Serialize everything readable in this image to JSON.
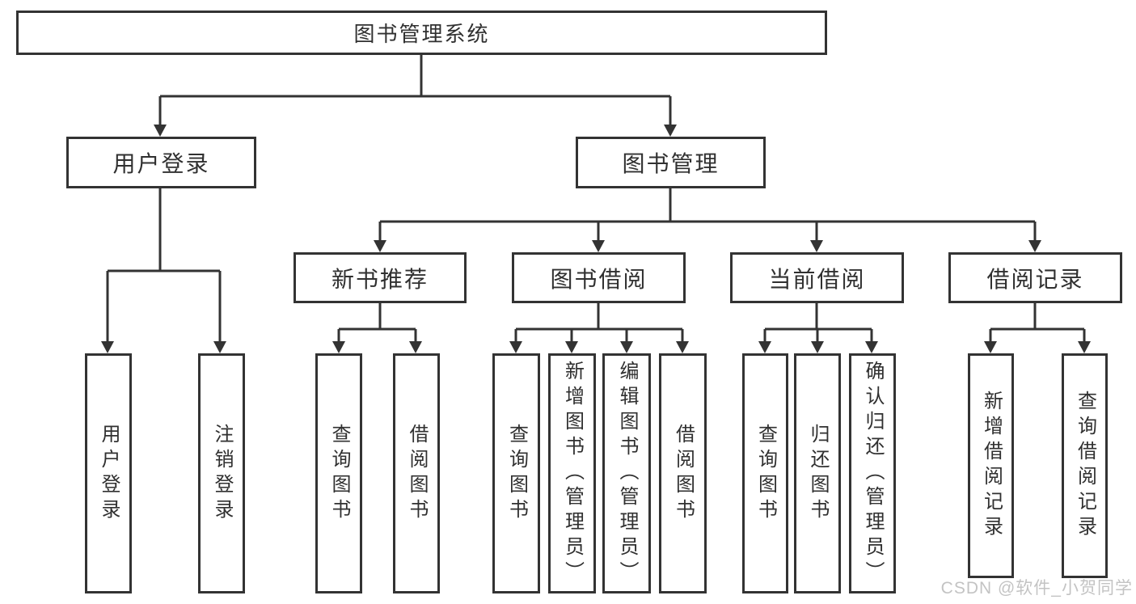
{
  "colors": {
    "line": "#333333",
    "box_border": "#333333",
    "text": "#303030",
    "background": "#ffffff",
    "watermark": "#bdbdbd"
  },
  "tree": {
    "root": "图书管理系统",
    "login": {
      "label": "用户登录",
      "children": [
        "用户登录",
        "注销登录"
      ]
    },
    "manage": {
      "label": "图书管理",
      "modules": [
        {
          "label": "新书推荐",
          "children": [
            "查询图书",
            "借阅图书"
          ]
        },
        {
          "label": "图书借阅",
          "children": [
            "查询图书",
            "新增图书（管理员）",
            "编辑图书（管理员）",
            "借阅图书"
          ]
        },
        {
          "label": "当前借阅",
          "children": [
            "查询图书",
            "归还图书",
            "确认归还（管理员）"
          ]
        },
        {
          "label": "借阅记录",
          "children": [
            "新增借阅记录",
            "查询借阅记录"
          ]
        }
      ]
    }
  },
  "watermark": "CSDN @软件_小贺同学"
}
